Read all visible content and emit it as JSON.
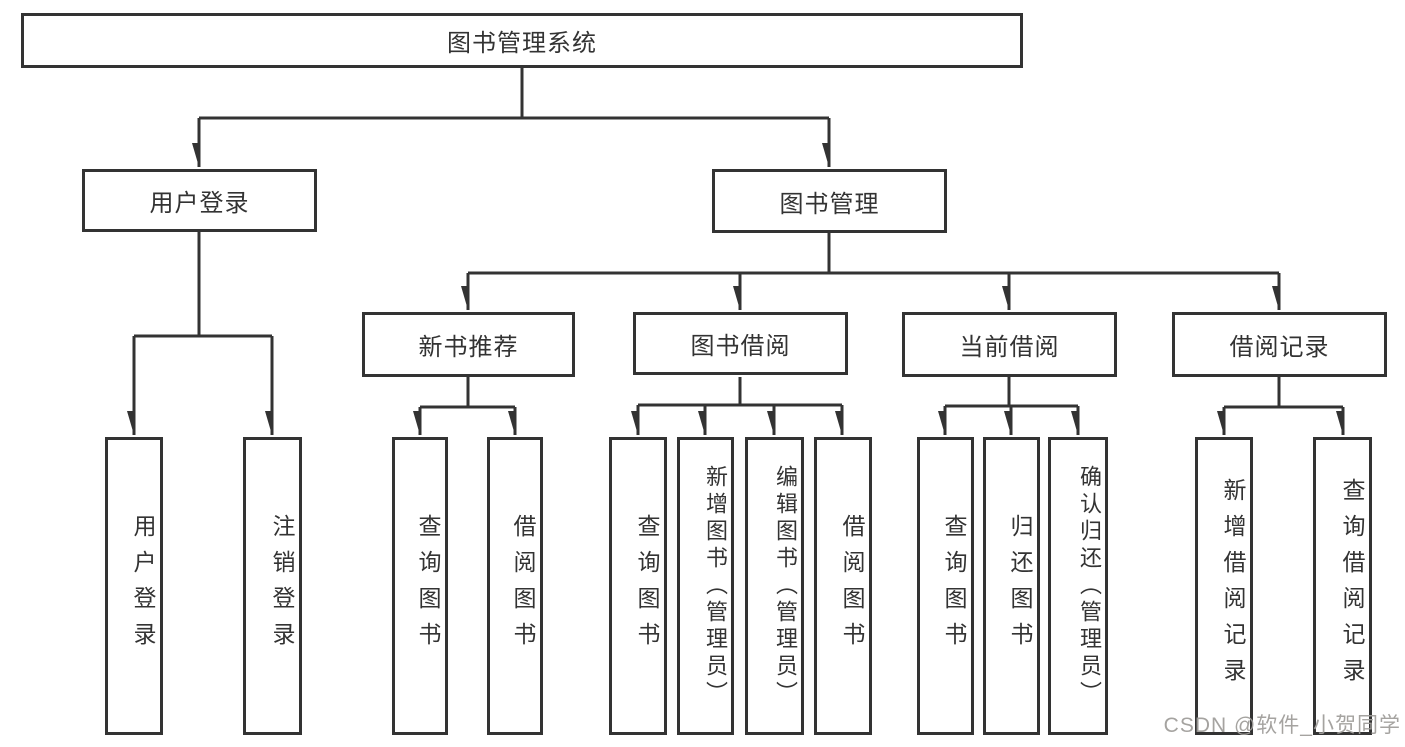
{
  "diagram": {
    "root": {
      "label": "图书管理系统"
    },
    "branches": [
      {
        "label": "用户登录",
        "children": [
          {
            "label": "用户登录"
          },
          {
            "label": "注销登录"
          }
        ]
      },
      {
        "label": "图书管理",
        "children": [
          {
            "label": "新书推荐",
            "children": [
              {
                "label": "查询图书"
              },
              {
                "label": "借阅图书"
              }
            ]
          },
          {
            "label": "图书借阅",
            "children": [
              {
                "label": "查询图书"
              },
              {
                "label": "新增图书（管理员）"
              },
              {
                "label": "编辑图书（管理员）"
              },
              {
                "label": "借阅图书"
              }
            ]
          },
          {
            "label": "当前借阅",
            "children": [
              {
                "label": "查询图书"
              },
              {
                "label": "归还图书"
              },
              {
                "label": "确认归还（管理员）"
              }
            ]
          },
          {
            "label": "借阅记录",
            "children": [
              {
                "label": "新增借阅记录"
              },
              {
                "label": "查询借阅记录"
              }
            ]
          }
        ]
      }
    ]
  },
  "watermark": {
    "text": "CSDN @软件_小贺同学"
  },
  "colors": {
    "line": "#333333",
    "box_border": "#333333",
    "text": "#333333",
    "watermark": "#a8a5a2",
    "background": "#ffffff"
  }
}
